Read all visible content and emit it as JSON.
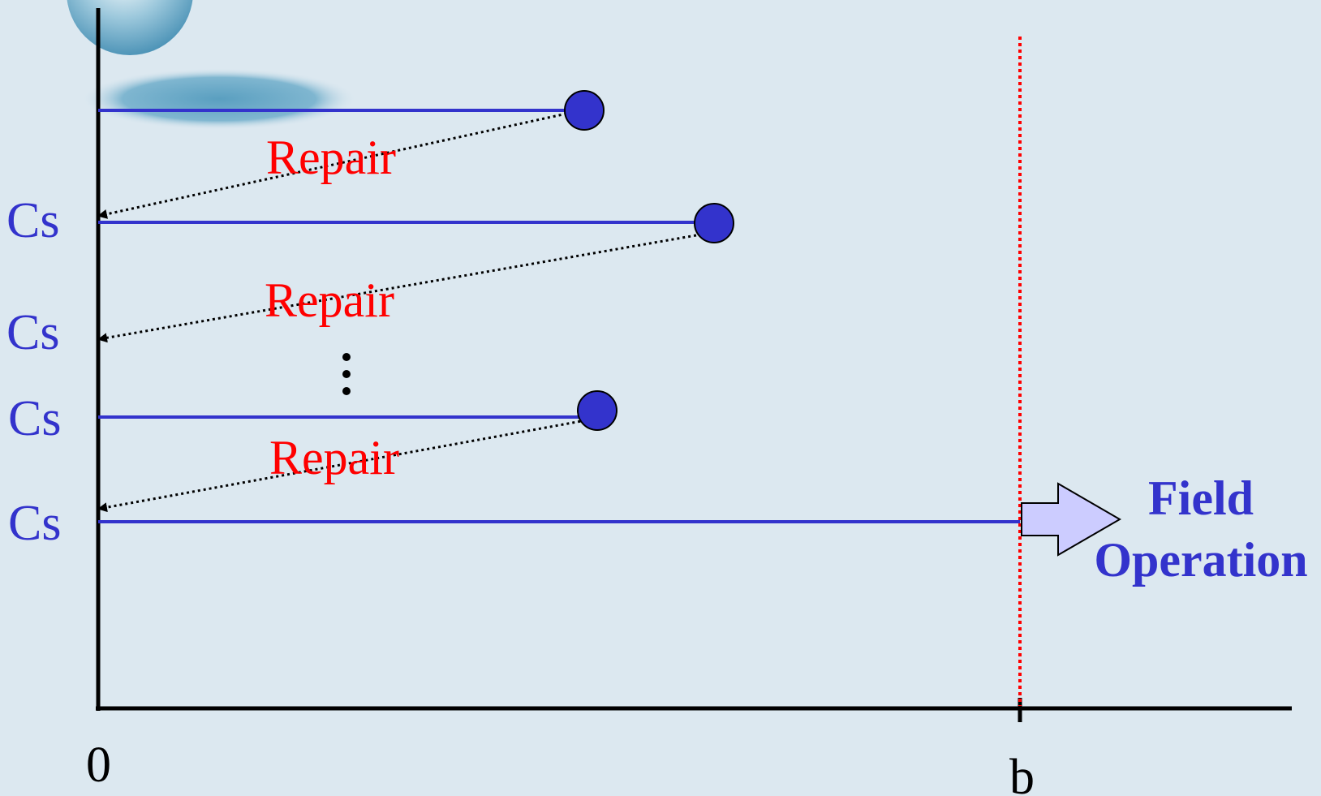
{
  "labels": {
    "cs_1": "Cs",
    "cs_2": "Cs",
    "cs_3": "Cs",
    "cs_4": "Cs",
    "repair_1": "Repair",
    "repair_2": "Repair",
    "repair_3": "Repair",
    "origin": "0",
    "b": "b",
    "field_line1": "Field",
    "field_line2": "Operation"
  },
  "colors": {
    "background": "#dce8f0",
    "timeline": "#3333cc",
    "failure_dot": "#3333cc",
    "repair_text": "#ff0000",
    "boundary_line": "#ff0000",
    "arrow_fill": "#ccccff",
    "axis": "#000000"
  }
}
